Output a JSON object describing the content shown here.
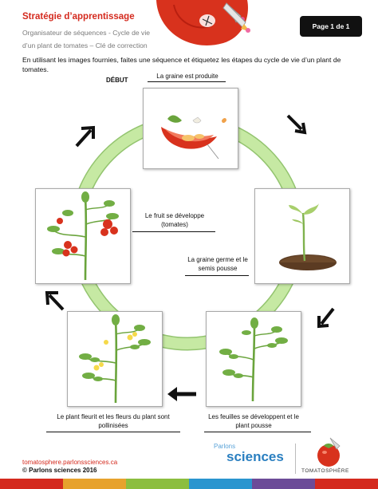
{
  "header": {
    "title": "Stratégie d’apprentissage",
    "subtitle_line1": "Organisateur de séquences - Cycle de vie",
    "subtitle_line2": "d’un plant de tomates – Clé de correction",
    "page_label": "Page 1 de 1"
  },
  "instructions": "En utilisant les images fournies, faites une séquence et étiquetez les étapes du cycle de vie d’un plant de tomates.",
  "diagram": {
    "start_label": "DÉBUT",
    "stages": [
      {
        "label": "La graine est produite",
        "icon": "tomato-seed-icon"
      },
      {
        "label": "La graine germe et le semis pousse",
        "icon": "seedling-icon"
      },
      {
        "label": "Les feuilles se développent et le plant pousse",
        "icon": "leafy-plant-icon"
      },
      {
        "label": "Le plant fleurit et les fleurs du plant sont pollinisées",
        "icon": "flowering-plant-icon"
      },
      {
        "label": "Le fruit se développe (tomates)",
        "icon": "fruiting-plant-icon"
      }
    ],
    "colors": {
      "ring": "#c6e9a3",
      "ring_stroke": "#93c46f",
      "arrow": "#111111",
      "tomato": "#d8321d",
      "leaf": "#6aa43c"
    }
  },
  "footer": {
    "url": "tomatosphere.parlonssciences.ca",
    "copyright": "© Parlons sciences 2016",
    "logo_parlons_small": "Parlons",
    "logo_parlons_big": "sciences",
    "logo_tomato": "TOMATOSPHÈRE",
    "bar_colors": [
      "#d42a1e",
      "#e7a22d",
      "#8cbe3f",
      "#2a95cf",
      "#6c4b98",
      "#d42a1e"
    ]
  }
}
